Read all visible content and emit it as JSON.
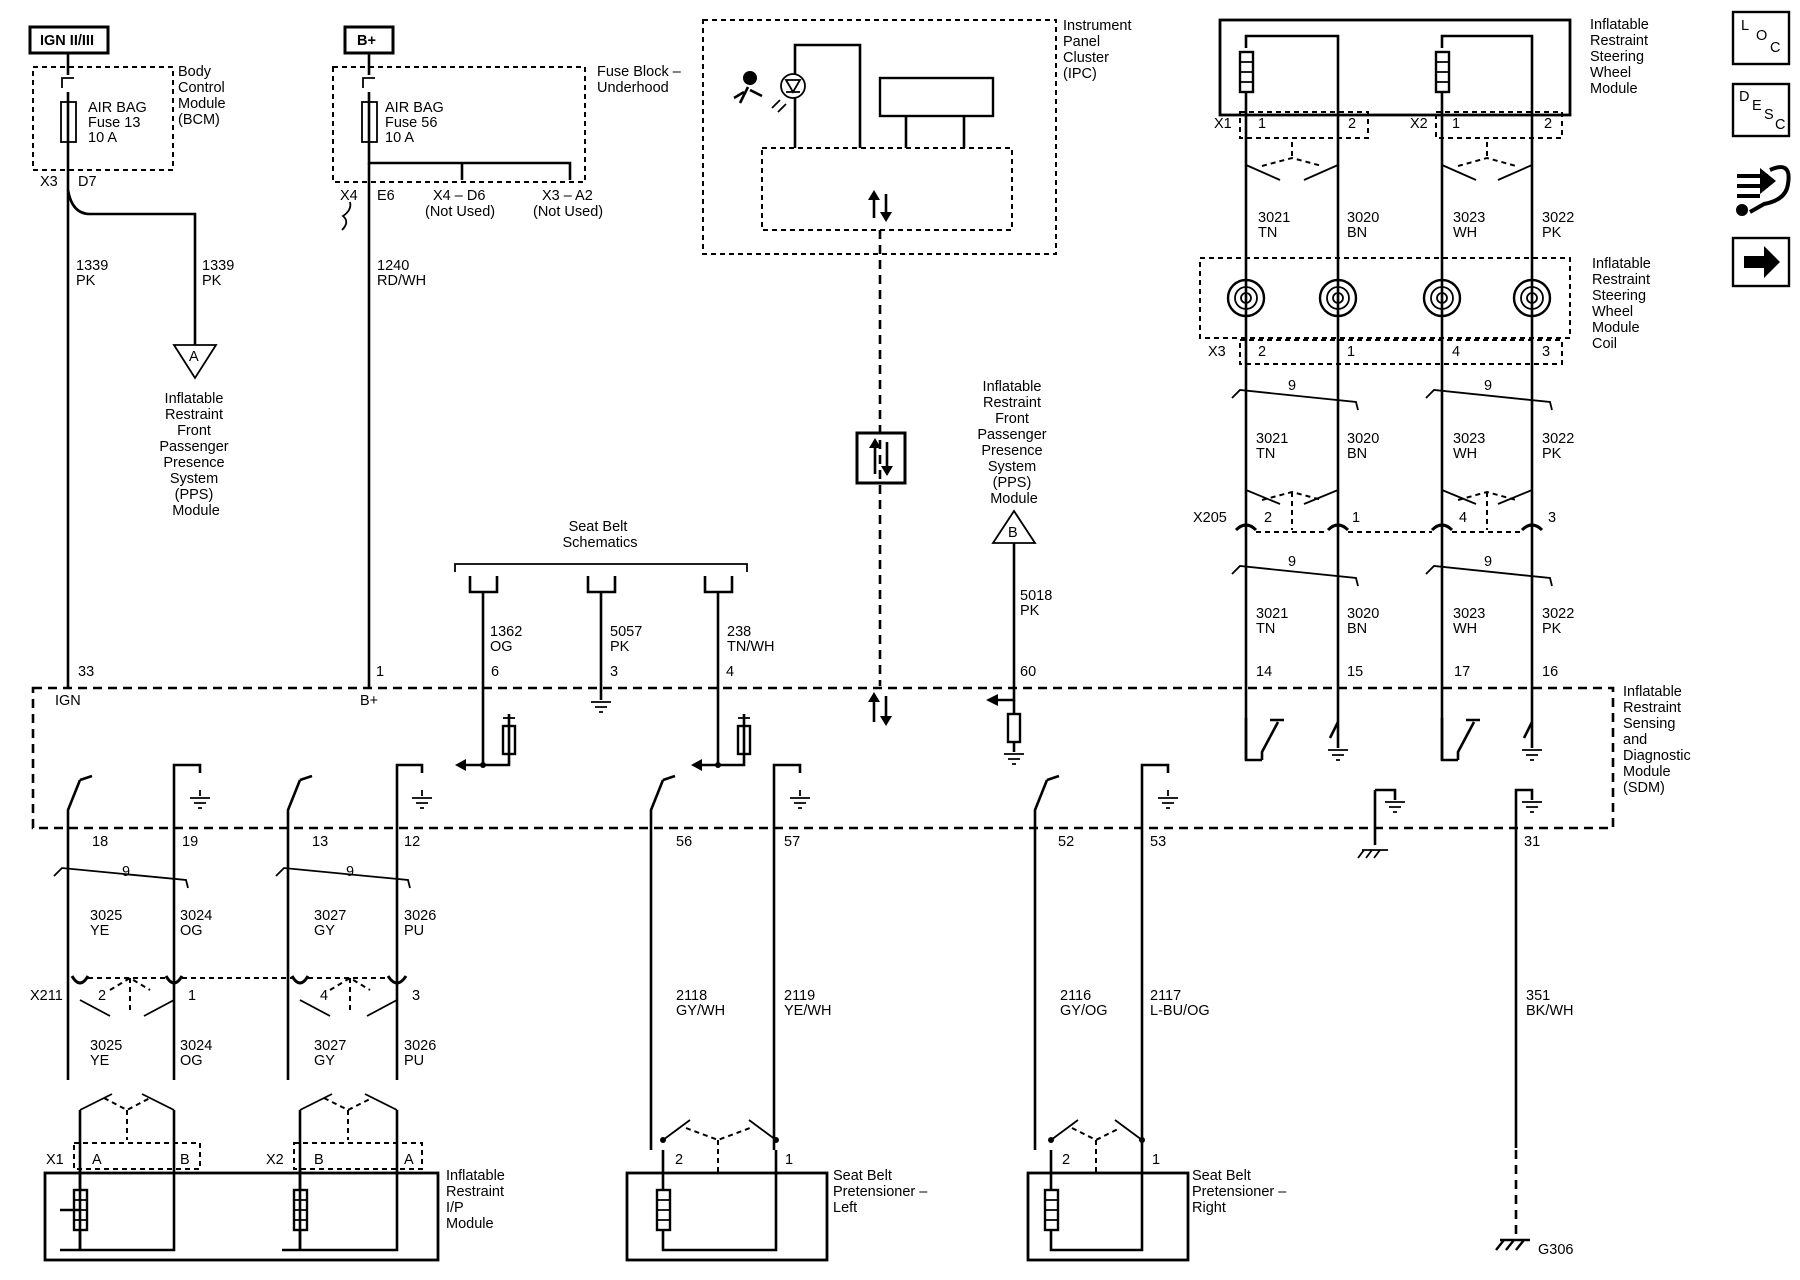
{
  "power": {
    "ign_box": "IGN II/III",
    "bplus_box": "B+",
    "bcm_lines": [
      "Body",
      "Control",
      "Module",
      "(BCM)"
    ],
    "fuse13_lines": [
      "AIR BAG",
      "Fuse 13",
      "10 A"
    ],
    "bcm_connector": "X3",
    "bcm_pin": "D7",
    "fuse_block_lines": [
      "Fuse Block –",
      "Underhood"
    ],
    "fuse56_lines": [
      "AIR BAG",
      "Fuse 56",
      "10 A"
    ],
    "fb_connector": "X4",
    "fb_pin": "E6",
    "x4_d6": "X4 – D6",
    "x3_a2": "X3 – A2",
    "not_used": "(Not Used)"
  },
  "wires_top": {
    "w1339_left": [
      "1339",
      "PK"
    ],
    "w1339_right": [
      "1339",
      "PK"
    ],
    "w1240": [
      "1240",
      "RD/WH"
    ],
    "ref_a": "A",
    "pps_a_lines": [
      "Inflatable",
      "Restraint",
      "Front",
      "Passenger",
      "Presence",
      "System",
      "(PPS)",
      "Module"
    ]
  },
  "ipc": {
    "title_lines": [
      "Instrument",
      "Panel",
      "Cluster",
      "(IPC)"
    ]
  },
  "seat_belt": {
    "title_lines": [
      "Seat Belt",
      "Schematics"
    ],
    "w1362": [
      "1362",
      "OG"
    ],
    "w5057": [
      "5057",
      "PK"
    ],
    "w238": [
      "238",
      "TN/WH"
    ],
    "pin6": "6",
    "pin3": "3",
    "pin4": "4"
  },
  "pps_b": {
    "title_lines": [
      "Inflatable",
      "Restraint",
      "Front",
      "Passenger",
      "Presence",
      "System",
      "(PPS)",
      "Module"
    ],
    "ref_b": "B",
    "w5018": [
      "5018",
      "PK"
    ],
    "pin60": "60"
  },
  "steering": {
    "module_lines": [
      "Inflatable",
      "Restraint",
      "Steering",
      "Wheel",
      "Module"
    ],
    "coil_lines": [
      "Inflatable",
      "Restraint",
      "Steering",
      "Wheel",
      "Module",
      "Coil"
    ],
    "x1": "X1",
    "x2": "X2",
    "x3": "X3",
    "x205": "X205",
    "x1_pins": [
      "1",
      "2"
    ],
    "x2_pins": [
      "1",
      "2"
    ],
    "x3_pins": [
      "2",
      "1",
      "4",
      "3"
    ],
    "x205_pins": [
      "2",
      "1",
      "4",
      "3"
    ],
    "wires": [
      [
        "3021",
        "TN"
      ],
      [
        "3020",
        "BN"
      ],
      [
        "3023",
        "WH"
      ],
      [
        "3022",
        "PK"
      ]
    ],
    "twist": "9",
    "sdm_pins": [
      "14",
      "15",
      "17",
      "16"
    ]
  },
  "sdm": {
    "title_lines": [
      "Inflatable",
      "Restraint",
      "Sensing",
      "and",
      "Diagnostic",
      "Module",
      "(SDM)"
    ],
    "ign_pin": "33",
    "ign_label": "IGN",
    "bplus_pin": "1",
    "bplus_label": "B+"
  },
  "ip_module": {
    "pins": [
      "18",
      "19",
      "13",
      "12"
    ],
    "twist": "9",
    "wires": [
      [
        "3025",
        "YE"
      ],
      [
        "3024",
        "OG"
      ],
      [
        "3027",
        "GY"
      ],
      [
        "3026",
        "PU"
      ]
    ],
    "x211": "X211",
    "x211_pins": [
      "2",
      "1",
      "4",
      "3"
    ],
    "x1": "X1",
    "x2": "X2",
    "x1_pins": [
      "A",
      "B"
    ],
    "x2_pins": [
      "B",
      "A"
    ],
    "title_lines": [
      "Inflatable",
      "Restraint",
      "I/P",
      "Module"
    ]
  },
  "pretensioner_left": {
    "pins": [
      "56",
      "57"
    ],
    "wires": [
      [
        "2118",
        "GY/WH"
      ],
      [
        "2119",
        "YE/WH"
      ]
    ],
    "conn_pins": [
      "2",
      "1"
    ],
    "title_lines": [
      "Seat Belt",
      "Pretensioner –",
      "Left"
    ]
  },
  "pretensioner_right": {
    "pins": [
      "52",
      "53"
    ],
    "wires": [
      [
        "2116",
        "GY/OG"
      ],
      [
        "2117",
        "L-BU/OG"
      ]
    ],
    "conn_pins": [
      "2",
      "1"
    ],
    "title_lines": [
      "Seat Belt",
      "Pretensioner –",
      "Right"
    ]
  },
  "ground": {
    "pin": "31",
    "wire": [
      "351",
      "BK/WH"
    ],
    "label": "G306"
  },
  "side_icons": {
    "loc": [
      "L",
      "O",
      "C"
    ],
    "desc": [
      "D",
      "E",
      "S",
      "C"
    ]
  }
}
